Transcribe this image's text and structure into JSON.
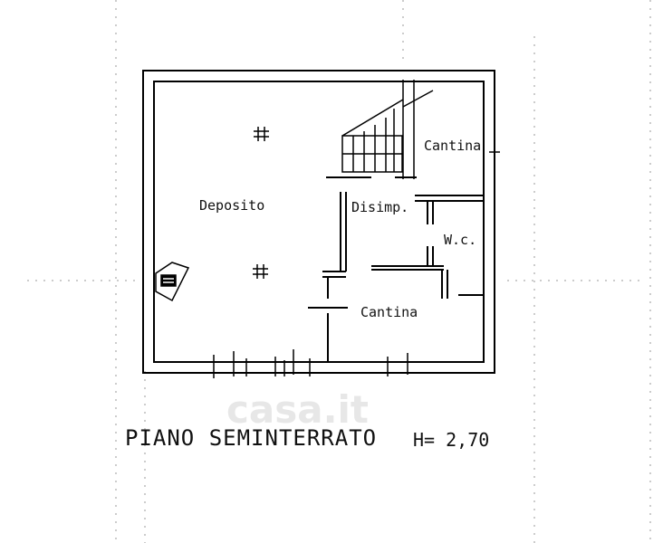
{
  "rooms": {
    "deposito": "Deposito",
    "disimp": "Disimp.",
    "cantina_upper": "Cantina",
    "wc": "W.c.",
    "cantina_lower": "Cantina"
  },
  "title": "PIANO SEMINTERRATO",
  "height_note": "H= 2,70",
  "watermark": "casa.it"
}
